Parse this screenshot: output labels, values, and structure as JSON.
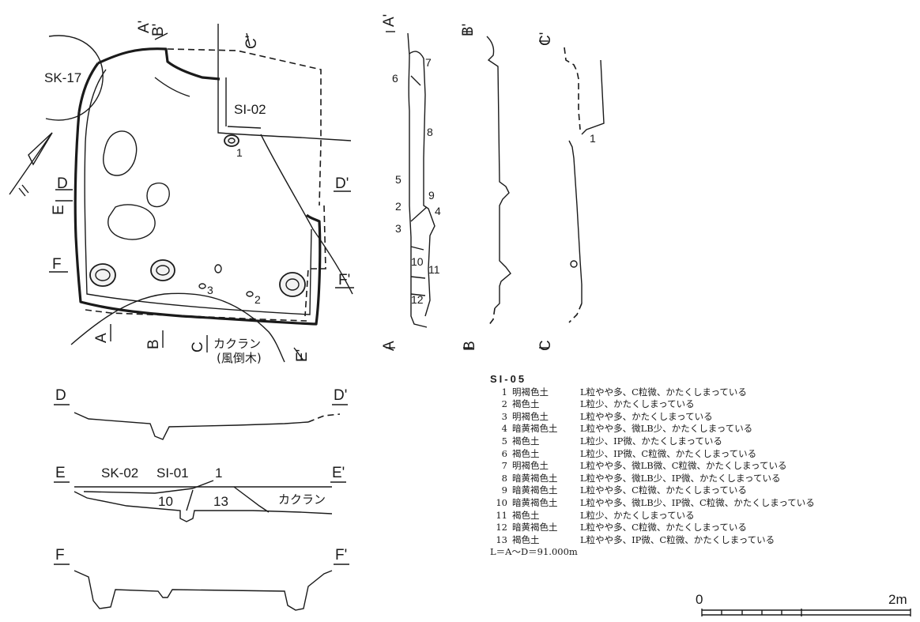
{
  "plan": {
    "features": [
      {
        "key": "sk17",
        "label": "SK-17"
      },
      {
        "key": "si02",
        "label": "SI-02"
      },
      {
        "key": "kakuran",
        "label": "カクラン"
      },
      {
        "key": "fuutouboku",
        "label": "(風倒木)"
      }
    ],
    "finds": [
      "1",
      "2",
      "3"
    ],
    "section_markers": {
      "A": "A",
      "A_prime": "A'",
      "B": "B",
      "B_prime": "B'",
      "C": "C",
      "C_prime": "C'",
      "D": "D",
      "D_prime": "D'",
      "E": "E",
      "E_prime": "E'",
      "F": "F",
      "F_prime": "F'"
    }
  },
  "sections": {
    "vertical_titles": [
      "A'",
      "A",
      "B'",
      "B",
      "C'",
      "C"
    ],
    "a_layers": [
      "6",
      "7",
      "8",
      "5",
      "9",
      "2",
      "4",
      "3",
      "10",
      "11",
      "12"
    ],
    "c_layers": [
      "1"
    ],
    "d": {
      "left": "D",
      "right": "D'"
    },
    "e": {
      "left": "E",
      "right": "E'",
      "labels": [
        "SK-02",
        "SI-01",
        "1",
        "10",
        "13",
        "カクラン"
      ]
    },
    "f": {
      "left": "F",
      "right": "F'"
    }
  },
  "legend": {
    "title": "SI-05",
    "rows": [
      {
        "no": "1",
        "soil": "明褐色土",
        "desc": "L粒やや多、C粒微、かたくしまっている"
      },
      {
        "no": "2",
        "soil": "褐色土",
        "desc": "L粒少、かたくしまっている"
      },
      {
        "no": "3",
        "soil": "明褐色土",
        "desc": "L粒やや多、かたくしまっている"
      },
      {
        "no": "4",
        "soil": "暗黄褐色土",
        "desc": "L粒やや多、微LB少、かたくしまっている"
      },
      {
        "no": "5",
        "soil": "褐色土",
        "desc": "L粒少、IP微、かたくしまっている"
      },
      {
        "no": "6",
        "soil": "褐色土",
        "desc": "L粒少、IP微、C粒微、かたくしまっている"
      },
      {
        "no": "7",
        "soil": "明褐色土",
        "desc": "L粒やや多、微LB微、C粒微、かたくしまっている"
      },
      {
        "no": "8",
        "soil": "暗黄褐色土",
        "desc": "L粒やや多、微LB少、IP微、かたくしまっている"
      },
      {
        "no": "9",
        "soil": "暗黄褐色土",
        "desc": "L粒やや多、C粒微、かたくしまっている"
      },
      {
        "no": "10",
        "soil": "暗黄褐色土",
        "desc": "L粒やや多、微LB少、IP微、C粒微、かたくしまっている"
      },
      {
        "no": "11",
        "soil": "褐色土",
        "desc": "L粒少、かたくしまっている"
      },
      {
        "no": "12",
        "soil": "暗黄褐色土",
        "desc": "L粒やや多、C粒微、かたくしまっている"
      },
      {
        "no": "13",
        "soil": "褐色土",
        "desc": "L粒やや多、IP微、C粒微、かたくしまっている"
      }
    ],
    "note": "L＝A～D＝91.000m"
  },
  "scale_bar": {
    "start": "0",
    "end": "2m"
  }
}
